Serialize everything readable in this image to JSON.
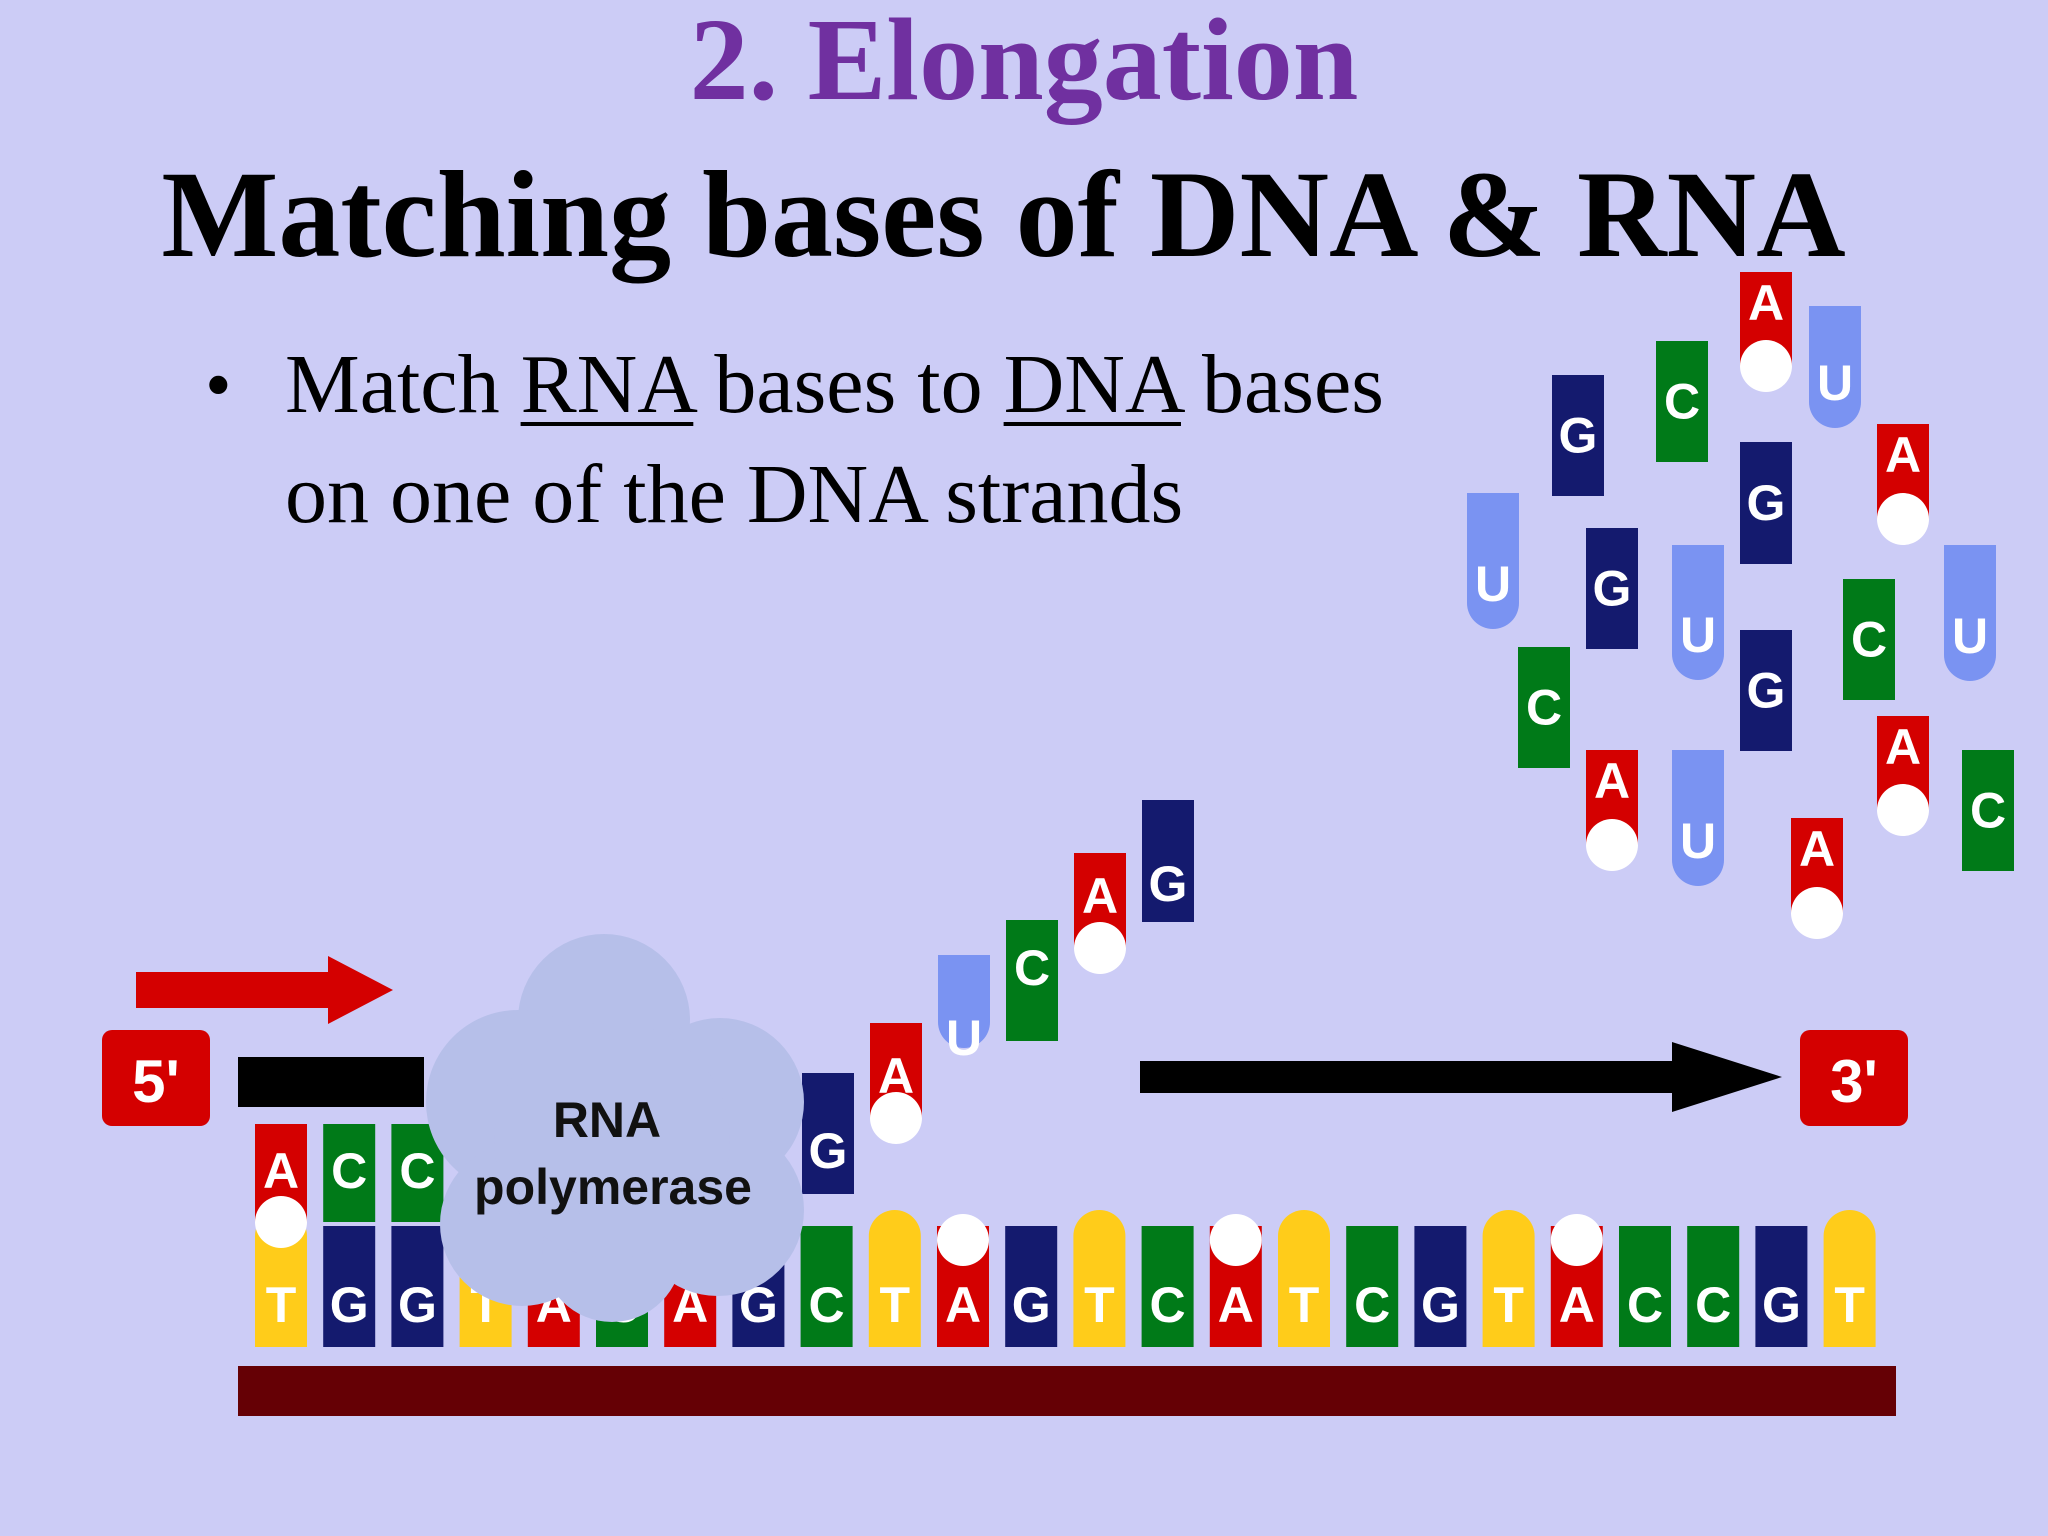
{
  "slide": {
    "title": "2. Elongation",
    "subtitle": "Matching bases of DNA & RNA",
    "bullet": {
      "t1": "Match ",
      "u1": "RNA",
      "t2": " bases to ",
      "u2": "DNA",
      "t3": " bases on one of the DNA strands"
    }
  },
  "diagram": {
    "end_5": "5'",
    "end_3": "3'",
    "polymerase_line1": "RNA",
    "polymerase_line2": "polymerase",
    "colors": {
      "A": "#d40000",
      "C": "#007a18",
      "G": "#141a6e",
      "T": "#ffcc1a",
      "U": "#7a93f2",
      "backbone": "#650005",
      "cloud": "#b6bfe9",
      "direction_arrow": "#d40000",
      "strand_arrow": "#000000",
      "end_box": "#d40000"
    },
    "template_strand": [
      "T",
      "G",
      "G",
      "T",
      "A",
      "C",
      "A",
      "G",
      "C",
      "T",
      "A",
      "G",
      "T",
      "C",
      "A",
      "T",
      "C",
      "G",
      "T",
      "A",
      "C",
      "C",
      "G",
      "T"
    ],
    "paired_rna": [
      "A",
      "C",
      "C"
    ],
    "rising_rna": [
      "G",
      "A",
      "U",
      "C",
      "A",
      "G"
    ],
    "free_nucleotides": [
      "A",
      "C",
      "G",
      "U",
      "G",
      "A",
      "U",
      "G",
      "U",
      "C",
      "U",
      "G",
      "C",
      "A",
      "U",
      "A",
      "C",
      "A"
    ]
  }
}
